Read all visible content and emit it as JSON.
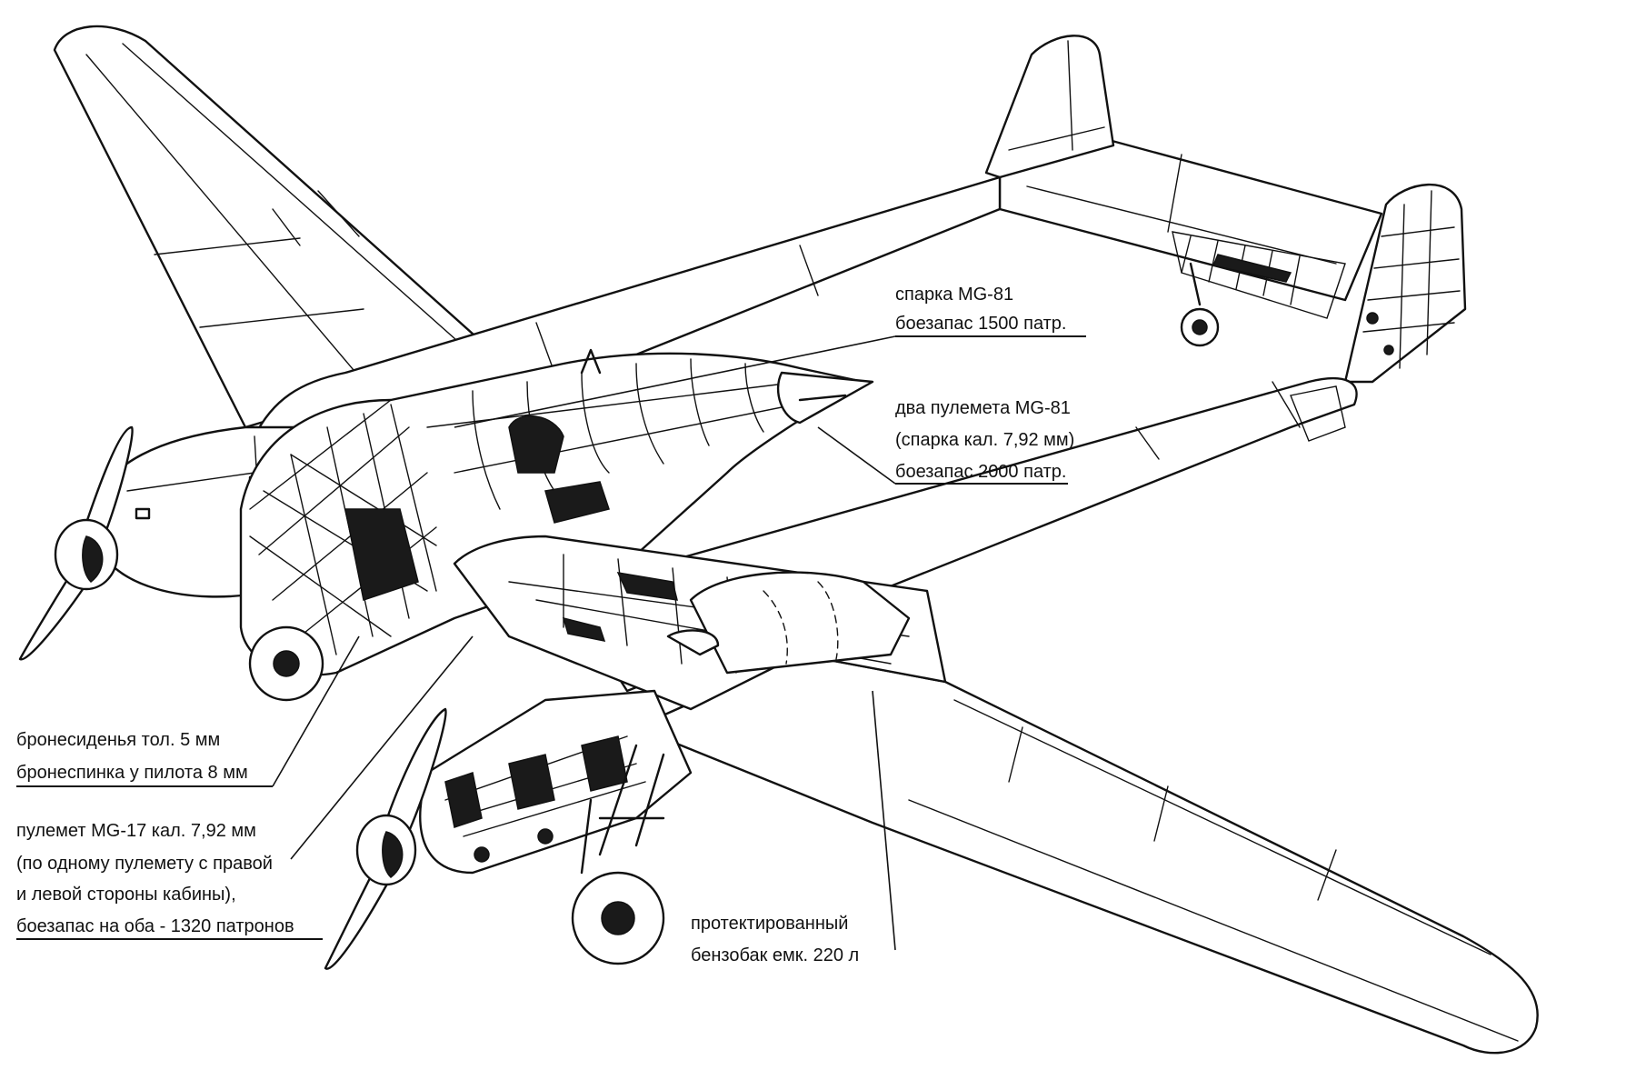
{
  "callouts": [
    {
      "id": "rear-gun",
      "lines": [
        "спарка MG-81",
        "боезапас 1500 патр."
      ]
    },
    {
      "id": "twin-gun",
      "lines": [
        "два пулемета MG-81",
        "(спарка кал. 7,92 мм)",
        "боезапас 2000 патр."
      ]
    },
    {
      "id": "armor",
      "lines": [
        "бронесиденья тол. 5 мм",
        "бронеспинка у пилота 8 мм"
      ]
    },
    {
      "id": "forward-gun",
      "lines": [
        "пулемет MG-17 кал. 7,92 мм",
        "(по одному пулемету с правой",
        "и левой стороны кабины),",
        "боезапас на оба - 1320 патронов"
      ]
    },
    {
      "id": "fuel-tank",
      "lines": [
        "протектированный",
        "бензобак емк. 220 л"
      ]
    }
  ],
  "marks": {
    "nacelle_letter": "A"
  }
}
